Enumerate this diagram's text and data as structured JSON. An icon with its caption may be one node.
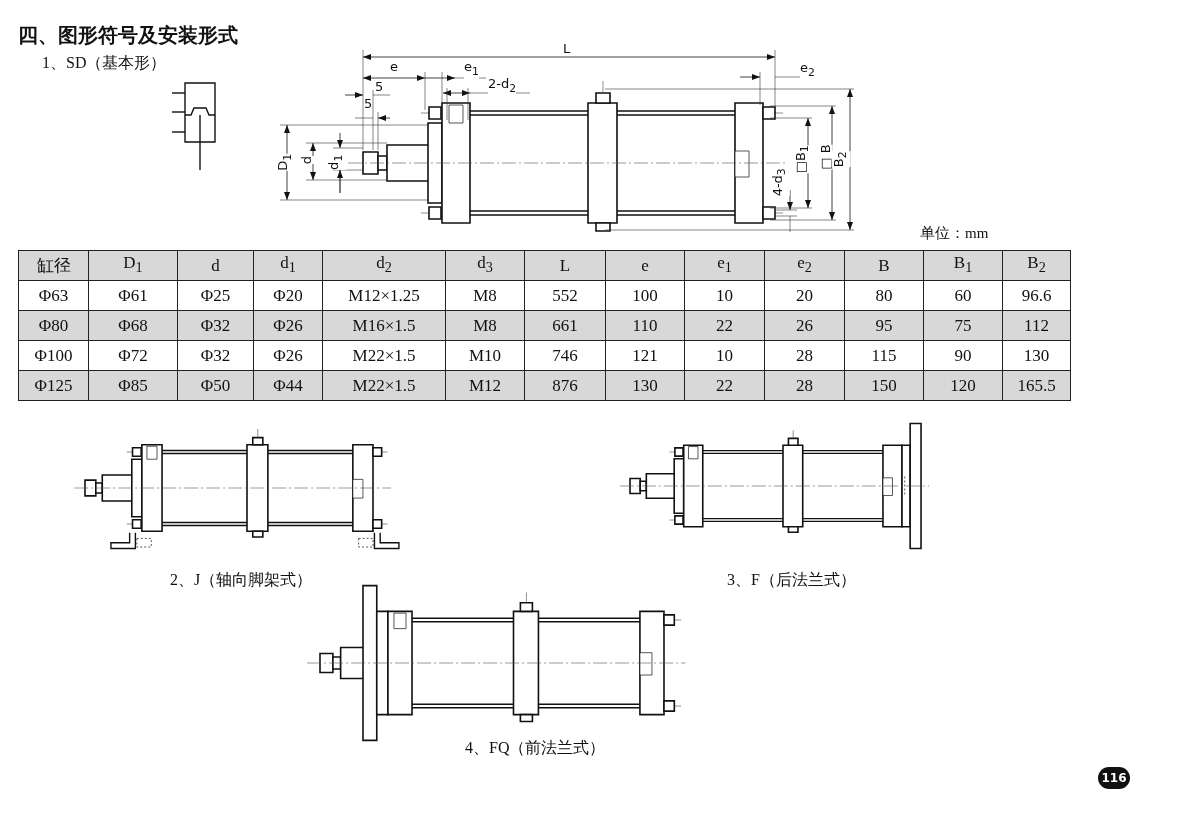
{
  "diagram": {
    "title": "四、图形符号及安装形式",
    "labels": [
      "1、SD（基本形）",
      "L",
      "e",
      "e$_{1}$",
      "2-d$_{2}$",
      "5",
      "5",
      "e$_{2}$",
      "D$_{1}$",
      "d",
      "d$_{1}$",
      "4-d$_{3}$",
      "□B$_{1}$",
      "□ B",
      "B$_{2}$",
      "单位：mm",
      "缸径",
      "D$_{1}$",
      "d",
      "d$_{1}$",
      "d$_{2}$",
      "d$_{3}$",
      "L",
      "e",
      "e$_{1}$",
      "e$_{2}$",
      "B",
      "B$_{1}$",
      "B$_{2}$",
      "Φ63",
      "Φ61",
      "Φ25",
      "Φ20",
      "M12×1.25",
      "M8",
      "552",
      "100",
      "10",
      "20",
      "80",
      "60",
      "96.6",
      "Φ80",
      "Φ68",
      "Φ32",
      "Φ26",
      "M16×1.5",
      "M8",
      "661",
      "110",
      "22",
      "26",
      "95",
      "75",
      "112",
      "Φ100",
      "Φ72",
      "Φ32",
      "Φ26",
      "M22×1.5",
      "M10",
      "746",
      "121",
      "10",
      "28",
      "115",
      "90",
      "130",
      "Φ125",
      "Φ85",
      "Φ50",
      "Φ44",
      "M22×1.5",
      "M12",
      "876",
      "130",
      "22",
      "28",
      "150",
      "120",
      "165.5",
      "2、J（轴向脚架式）",
      "3、F（后法兰式）",
      "4、FQ（前法兰式）",
      "116"
    ]
  }
}
